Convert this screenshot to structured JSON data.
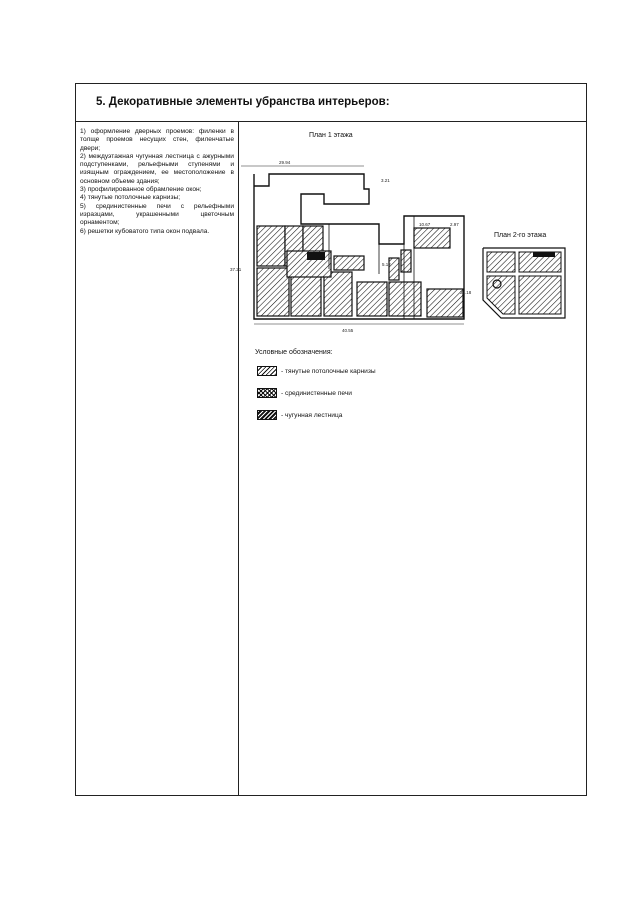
{
  "section": {
    "title": "5. Декоративные элементы убранства интерьеров:"
  },
  "elements_list": [
    "1) оформление дверных проемов: филенки в толще проемов несущих стен, филенчатые двери;",
    "2) междуэтажная чугунная лестница с ажурными подступенками, рельефными ступенями и изящным ограждением, ее местоположение в основном объеме здания;",
    "3) профилированное обрамление окон;",
    "4) тянутые потолочные карнизы;",
    "5) срединистенные печи с рельефными изразцами, украшенными цветочным орнаментом;",
    "6) решетки кубоватого типа окон подвала."
  ],
  "plans": {
    "floor1_title": "План 1 этажа",
    "floor2_title": "План 2-го этажа",
    "dims": [
      "29.94",
      "3.21",
      "37.21",
      "10.67",
      "2.97",
      "40.55",
      "5.12",
      "24.18"
    ]
  },
  "legend": {
    "title": "Условные обозначения:",
    "items": [
      {
        "label": "- тянутые потолочные карнизы",
        "pattern": "hatch"
      },
      {
        "label": "- срединистенные печи",
        "pattern": "cross"
      },
      {
        "label": "- чугунная лестница",
        "pattern": "stair"
      }
    ]
  }
}
